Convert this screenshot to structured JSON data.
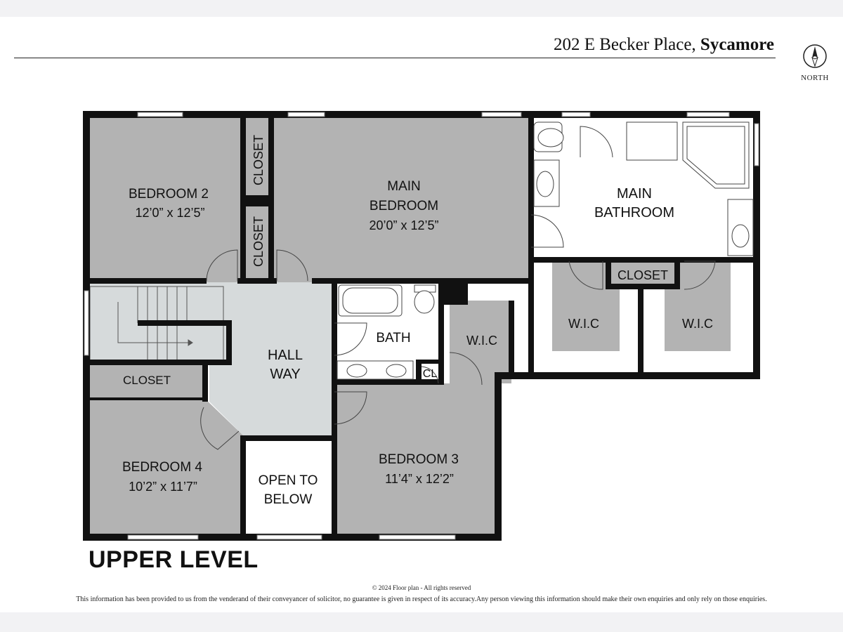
{
  "header": {
    "address_street": "202 E Becker Place,",
    "address_city": "Sycamore",
    "compass_label": "NORTH"
  },
  "rooms": {
    "bedroom2": {
      "name": "BEDROOM 2",
      "dims": "12’0” x 12’5”"
    },
    "closet_b2_upper": {
      "name": "CLOSET"
    },
    "closet_b2_lower": {
      "name": "CLOSET"
    },
    "main_bedroom": {
      "name_line1": "MAIN",
      "name_line2": "BEDROOM",
      "dims": "20’0” x 12’5”"
    },
    "main_bathroom": {
      "name_line1": "MAIN",
      "name_line2": "BATHROOM"
    },
    "closet_main": {
      "name": "CLOSET"
    },
    "wic_left": {
      "name": "W.I.C"
    },
    "wic_right": {
      "name": "W.I.C"
    },
    "hallway": {
      "name_line1": "HALL",
      "name_line2": "WAY"
    },
    "bath": {
      "name": "BATH"
    },
    "cl": {
      "name": "CL"
    },
    "wic_b3": {
      "name": "W.I.C"
    },
    "closet_b4": {
      "name": "CLOSET"
    },
    "bedroom4": {
      "name": "BEDROOM 4",
      "dims": "10’2” x 11’7”"
    },
    "open_to_below": {
      "name_line1": "OPEN TO",
      "name_line2": "BELOW"
    },
    "bedroom3": {
      "name": "BEDROOM 3",
      "dims": "11’4” x 12’2”"
    }
  },
  "level_title": "UPPER LEVEL",
  "footer": {
    "copyright": "© 2024  Floor plan  - All rights reserved",
    "disclaimer": "This information has been provided to us from the venderand of their conveyancer of solicitor, no guarantee is given in respect of its accuracy.Any person viewing this information should make their own enquiries and only rely on those enquiries."
  },
  "colors": {
    "room_fill": "#b3b3b3",
    "hall_fill": "#d6dadb",
    "wall": "#111111",
    "bath_fill": "#ffffff"
  }
}
